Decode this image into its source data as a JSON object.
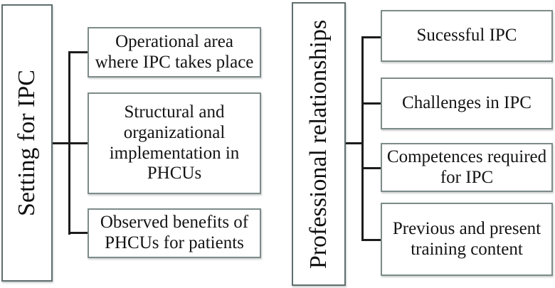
{
  "diagram": {
    "description": "Two-category tree diagram of interprofessional collaboration (IPC) themes",
    "colors": {
      "background": "#ffffff",
      "connector_line": "#1c1c1c",
      "title_box_border": "#5f6e6e",
      "item_box_border": "#7d8b89",
      "text": "#141414"
    },
    "groups": [
      {
        "title": "Setting for IPC",
        "items": [
          {
            "label": "Operational area where IPC takes place",
            "lines": [
              "Operational area",
              "where IPC takes place"
            ]
          },
          {
            "label": "Structural and organizational implementation in PHCUs",
            "lines": [
              "Structural and",
              "organizational",
              "implementation in",
              "PHCUs"
            ]
          },
          {
            "label": "Observed benefits of PHCUs for patients",
            "lines": [
              "Observed benefits of",
              "PHCUs for patients"
            ]
          }
        ]
      },
      {
        "title": "Professional relationships",
        "items": [
          {
            "label": "Sucessful IPC",
            "lines": [
              "Sucessful IPC"
            ]
          },
          {
            "label": "Challenges in IPC",
            "lines": [
              "Challenges in IPC"
            ]
          },
          {
            "label": "Competences required for IPC",
            "lines": [
              "Competences required",
              "for IPC"
            ]
          },
          {
            "label": "Previous and present training content",
            "lines": [
              "Previous and present",
              "training content"
            ]
          }
        ]
      }
    ]
  }
}
